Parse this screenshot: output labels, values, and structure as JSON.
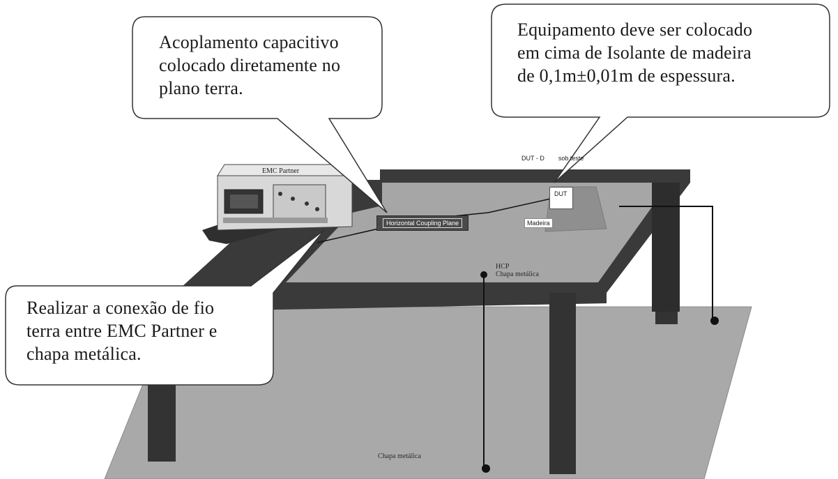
{
  "callouts": {
    "capacitive": "Acoplamento capacitivo\ncolocado diretamente no\nplano terra.",
    "equipment": "Equipamento deve ser colocado\nem cima de Isolante de madeira\nde 0,1m±0,01m de espessura.",
    "ground_wire": "Realizar a conexão de fio\nterra entre EMC Partner e\nchapa metálica."
  },
  "labels": {
    "emc_partner": "EMC Partner",
    "dut_header": "DUT - D        sob teste",
    "dut": "DUT",
    "madeira": "Madeira",
    "horizontal_coupling_plane": "Horizontal Coupling Plane",
    "hcp": "HCP",
    "hcp_sub": "Chapa metálica",
    "floor_plate": "Chapa metálica"
  },
  "colors": {
    "table_frame": "#3a3a3a",
    "table_top": "#a3a3a3",
    "floor": "#a8a8a8",
    "callout_fill": "#ffffff",
    "callout_stroke": "#333333"
  }
}
